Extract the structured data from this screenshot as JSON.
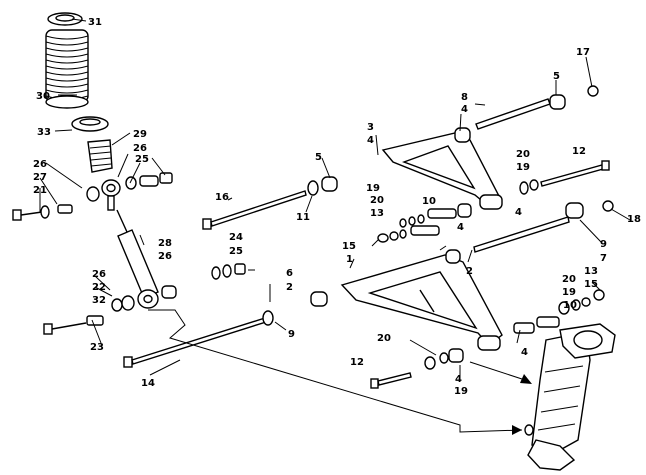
{
  "diagram": {
    "callouts": [
      {
        "id": "c31",
        "text": "31"
      },
      {
        "id": "c30",
        "text": "30"
      },
      {
        "id": "c33",
        "text": "33"
      },
      {
        "id": "c29",
        "text": "29"
      },
      {
        "id": "c26a",
        "text": "26"
      },
      {
        "id": "c25a",
        "text": "25"
      },
      {
        "id": "c26b",
        "text": "26"
      },
      {
        "id": "c27",
        "text": "27"
      },
      {
        "id": "c21",
        "text": "21"
      },
      {
        "id": "c16",
        "text": "16"
      },
      {
        "id": "c11",
        "text": "11"
      },
      {
        "id": "c5a",
        "text": "5"
      },
      {
        "id": "c3",
        "text": "3"
      },
      {
        "id": "c4a",
        "text": "4"
      },
      {
        "id": "c8",
        "text": "8"
      },
      {
        "id": "c4b",
        "text": "4"
      },
      {
        "id": "c5b",
        "text": "5"
      },
      {
        "id": "c17",
        "text": "17"
      },
      {
        "id": "c20a",
        "text": "20"
      },
      {
        "id": "c19a",
        "text": "19"
      },
      {
        "id": "c12a",
        "text": "12"
      },
      {
        "id": "c19b",
        "text": "19"
      },
      {
        "id": "c20b",
        "text": "20"
      },
      {
        "id": "c13a",
        "text": "13"
      },
      {
        "id": "c10a",
        "text": "10"
      },
      {
        "id": "c4c",
        "text": "4"
      },
      {
        "id": "c4d",
        "text": "4"
      },
      {
        "id": "c18",
        "text": "18"
      },
      {
        "id": "c9a",
        "text": "9"
      },
      {
        "id": "c7",
        "text": "7"
      },
      {
        "id": "c15a",
        "text": "15"
      },
      {
        "id": "c1",
        "text": "1"
      },
      {
        "id": "c2a",
        "text": "2"
      },
      {
        "id": "c28",
        "text": "28"
      },
      {
        "id": "c26c",
        "text": "26"
      },
      {
        "id": "c24",
        "text": "24"
      },
      {
        "id": "c25b",
        "text": "25"
      },
      {
        "id": "c6",
        "text": "6"
      },
      {
        "id": "c2b",
        "text": "2"
      },
      {
        "id": "c9b",
        "text": "9"
      },
      {
        "id": "c26d",
        "text": "26"
      },
      {
        "id": "c22",
        "text": "22"
      },
      {
        "id": "c32",
        "text": "32"
      },
      {
        "id": "c23",
        "text": "23"
      },
      {
        "id": "c20c",
        "text": "20"
      },
      {
        "id": "c19c",
        "text": "19"
      },
      {
        "id": "c13b",
        "text": "13"
      },
      {
        "id": "c15b",
        "text": "15"
      },
      {
        "id": "c10b",
        "text": "10"
      },
      {
        "id": "c4e",
        "text": "4"
      },
      {
        "id": "c20d",
        "text": "20"
      },
      {
        "id": "c12b",
        "text": "12"
      },
      {
        "id": "c4f",
        "text": "4"
      },
      {
        "id": "c19d",
        "text": "19"
      },
      {
        "id": "c14",
        "text": "14"
      }
    ]
  }
}
